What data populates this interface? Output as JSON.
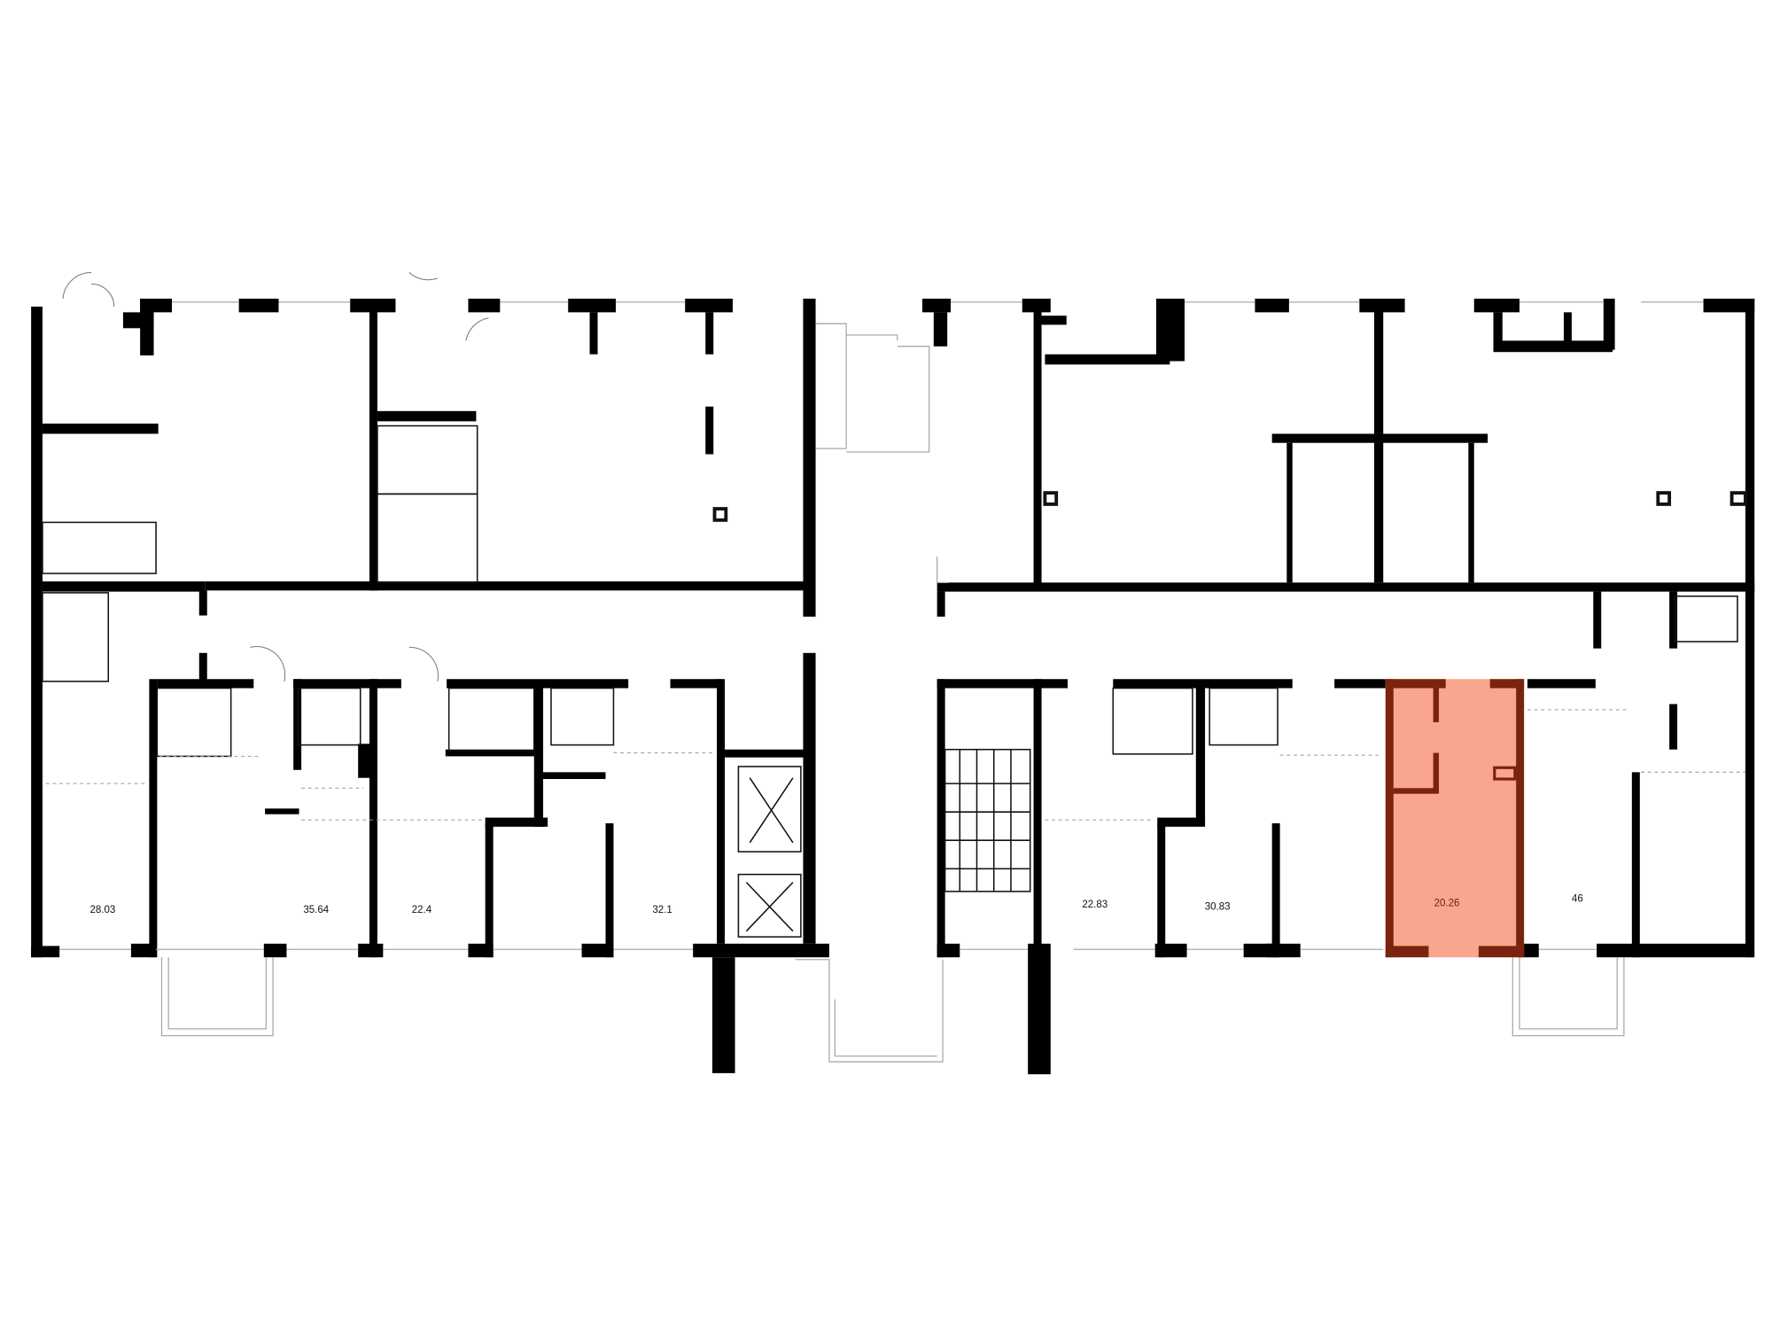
{
  "floor_plan": {
    "units": [
      {
        "area": "28.03",
        "selected": false
      },
      {
        "area": "35.64",
        "selected": false
      },
      {
        "area": "22.4",
        "selected": false
      },
      {
        "area": "32.1",
        "selected": false
      },
      {
        "area": "22.83",
        "selected": false
      },
      {
        "area": "30.83",
        "selected": false
      },
      {
        "area": "20.26",
        "selected": true
      },
      {
        "area": "46",
        "selected": false
      }
    ],
    "colors": {
      "wall": "#000000",
      "selected_fill": "#f9a68f",
      "selected_wall": "#7a2410"
    }
  }
}
